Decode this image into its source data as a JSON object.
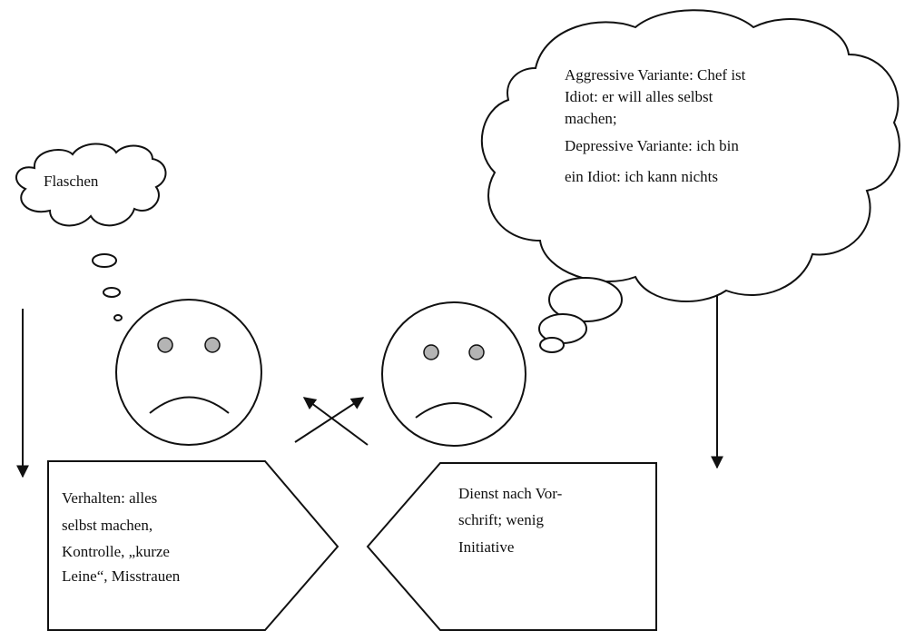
{
  "diagram": {
    "left_thought": "Flaschen",
    "right_thought": [
      "Aggressive Variante: Chef ist",
      "Idiot: er will alles selbst",
      "machen;",
      "Depressive Variante: ich bin",
      "ein Idiot: ich kann nichts"
    ],
    "left_box": [
      "Verhalten: alles",
      "selbst machen,",
      "Kontrolle, „kurze",
      "Leine“, Misstrauen"
    ],
    "right_box": [
      "Dienst nach Vor-",
      "schrift; wenig",
      "Initiative"
    ],
    "colors": {
      "line": "#111111",
      "eye": "#b4b4b4",
      "background": "#ffffff"
    }
  }
}
